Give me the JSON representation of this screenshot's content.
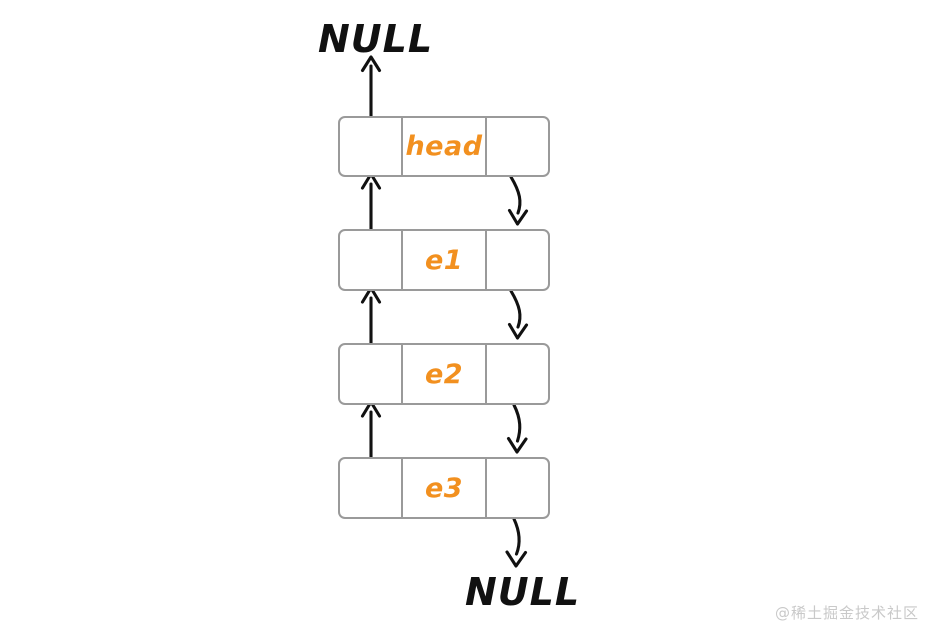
{
  "diagram": {
    "type": "doubly-linked-list",
    "title": "",
    "colors": {
      "node_border": "#9a9a9a",
      "value_text": "#f2901f",
      "arrow": "#111111",
      "background": "#ffffff",
      "watermark": "#c9c9c9"
    },
    "terminators": {
      "top": "NULL",
      "bottom": "NULL"
    },
    "nodes": [
      {
        "id": "node-head",
        "value": "head"
      },
      {
        "id": "node-e1",
        "value": "e1"
      },
      {
        "id": "node-e2",
        "value": "e2"
      },
      {
        "id": "node-e3",
        "value": "e3"
      }
    ],
    "arrows": [
      {
        "name": "arrow-head-prev-to-null",
        "direction": "up",
        "from": "head.prev",
        "to": "NULL"
      },
      {
        "name": "arrow-head-next-to-e1",
        "direction": "down",
        "from": "head.next",
        "to": "e1"
      },
      {
        "name": "arrow-e1-prev-to-head",
        "direction": "up",
        "from": "e1.prev",
        "to": "head"
      },
      {
        "name": "arrow-e1-next-to-e2",
        "direction": "down",
        "from": "e1.next",
        "to": "e2"
      },
      {
        "name": "arrow-e2-prev-to-e1",
        "direction": "up",
        "from": "e2.prev",
        "to": "e1"
      },
      {
        "name": "arrow-e2-next-to-e3",
        "direction": "down",
        "from": "e2.next",
        "to": "e3"
      },
      {
        "name": "arrow-e3-prev-to-e2",
        "direction": "up",
        "from": "e3.prev",
        "to": "e2"
      },
      {
        "name": "arrow-e3-next-to-null",
        "direction": "down",
        "from": "e3.next",
        "to": "NULL"
      }
    ]
  },
  "watermark": {
    "text": "@稀土掘金技术社区"
  }
}
